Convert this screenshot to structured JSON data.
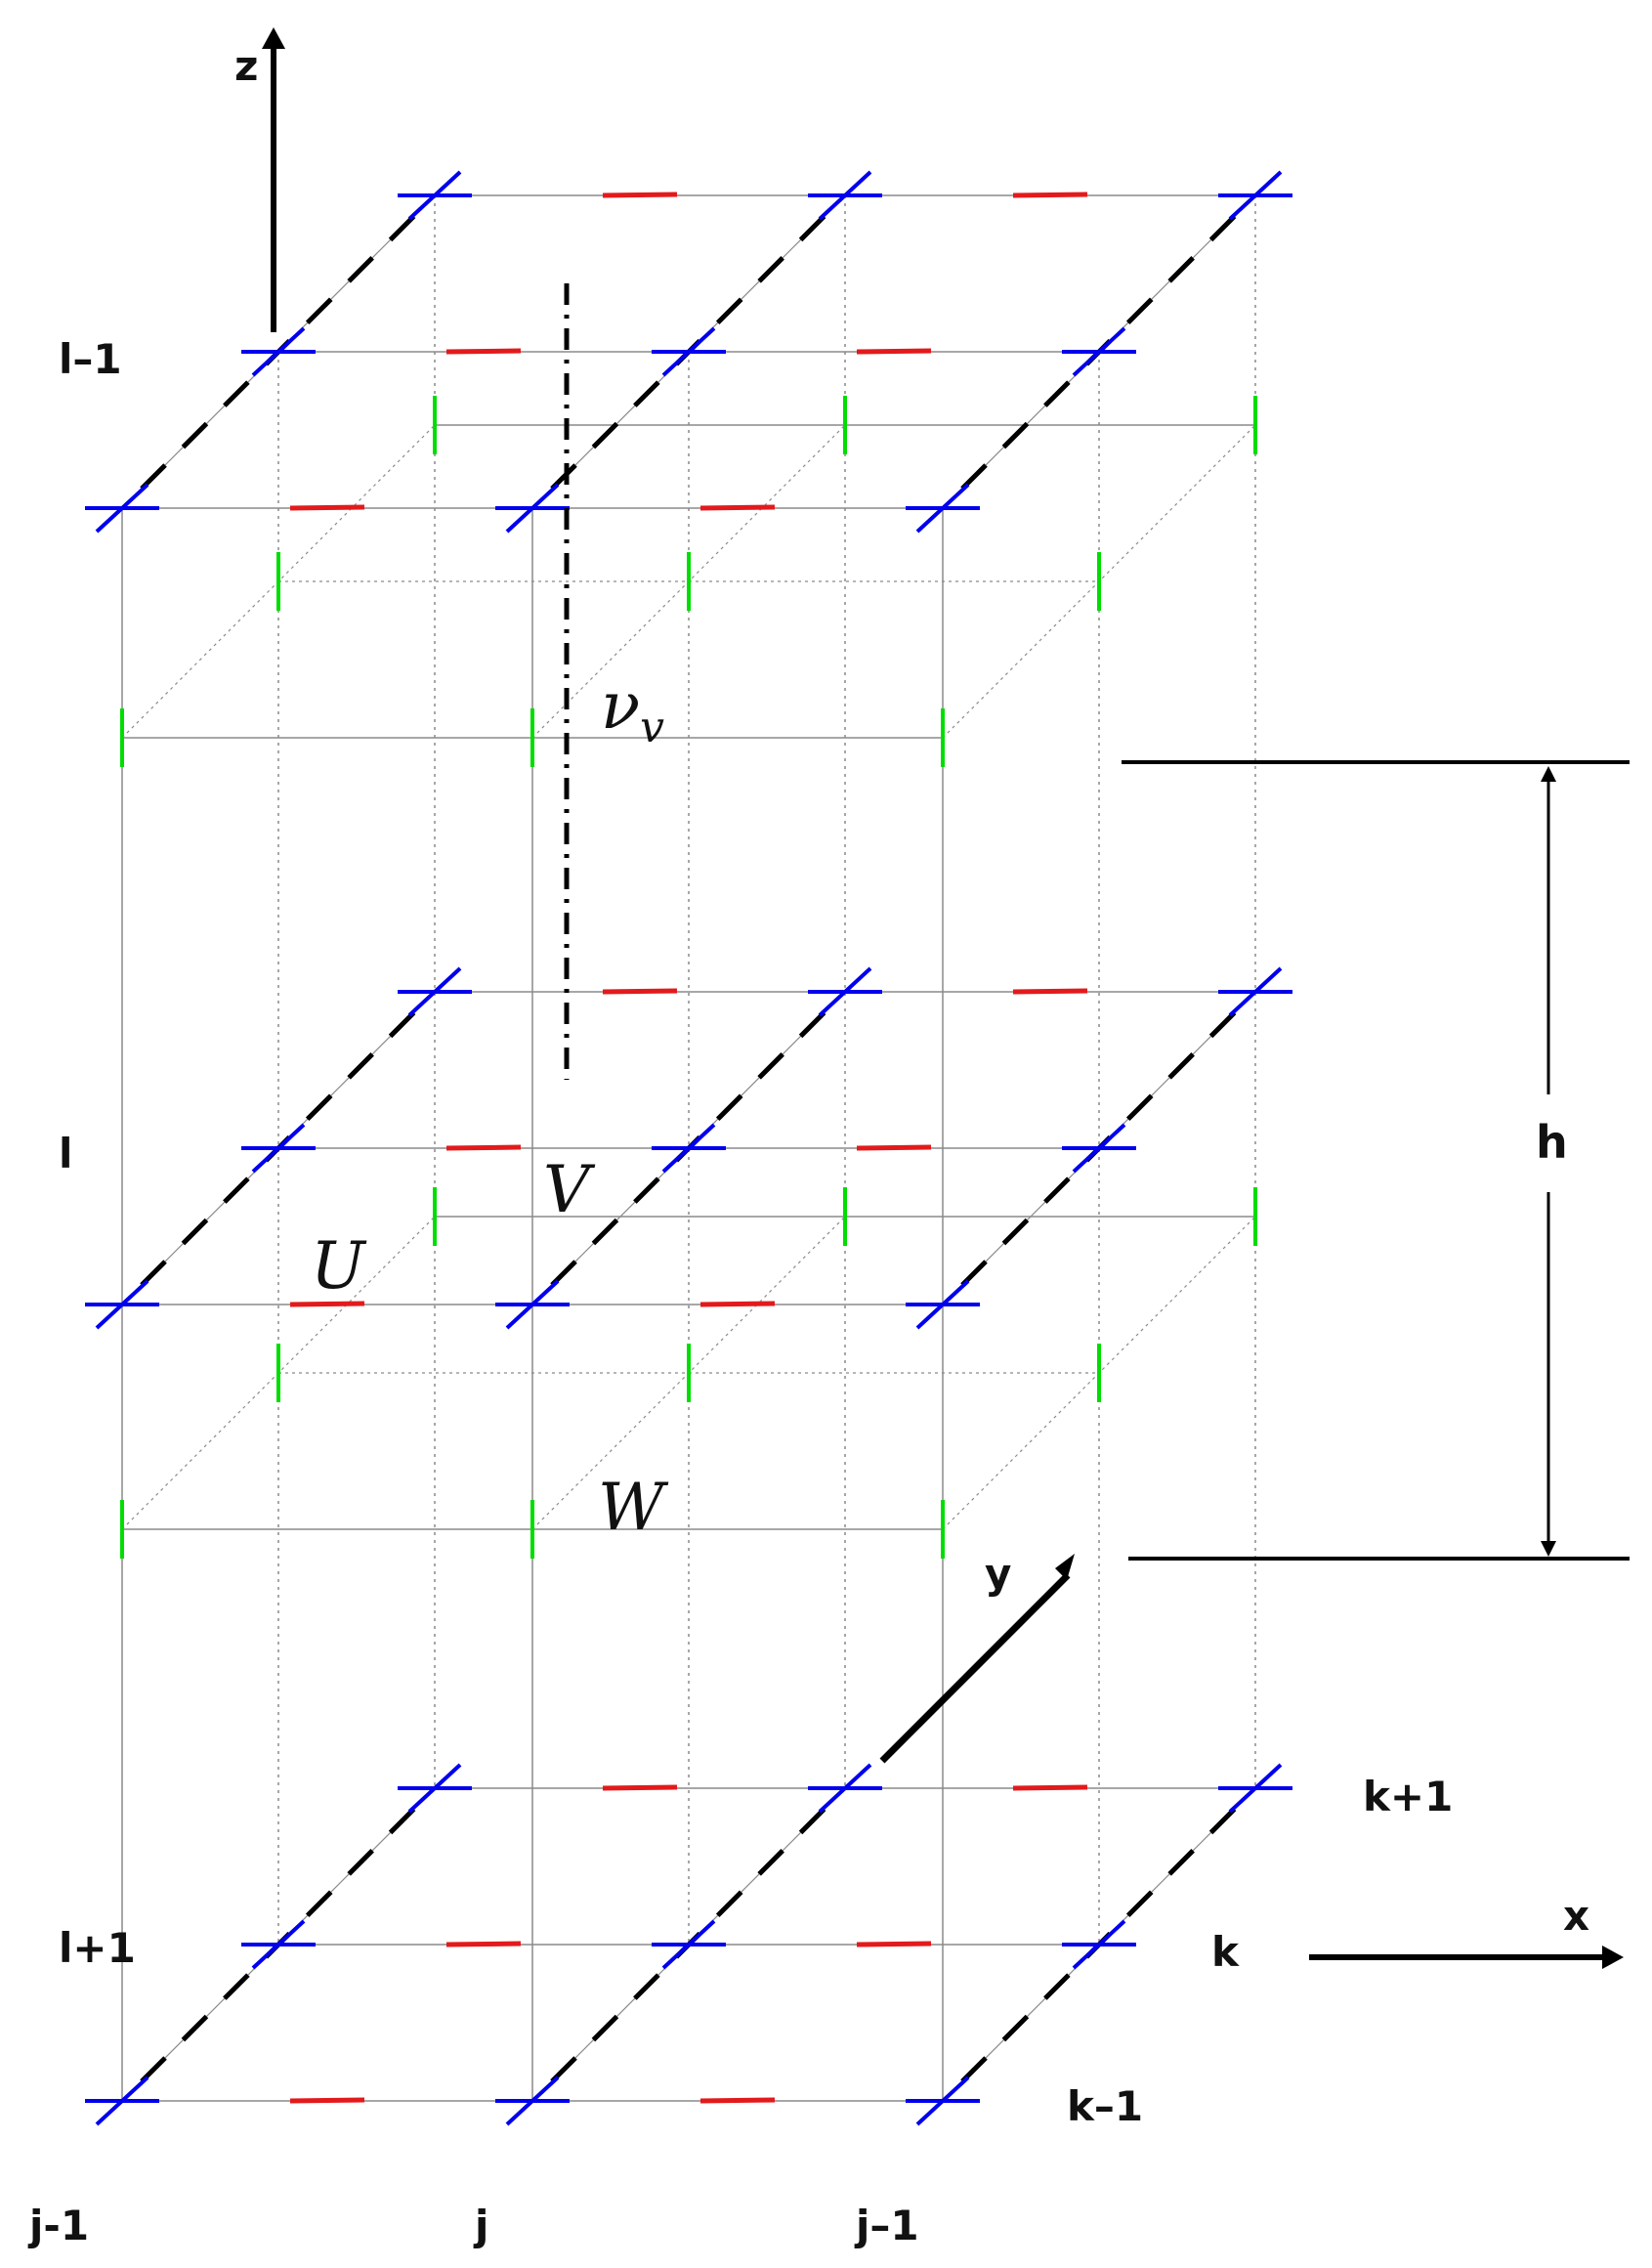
{
  "diagram": {
    "axis_labels": {
      "z": "z",
      "y": "y",
      "x": "x"
    },
    "level_labels": {
      "top": "l–1",
      "middle": "l",
      "bottom": "l+1"
    },
    "row_labels": {
      "back": "k+1",
      "middle": "k",
      "front": "k–1"
    },
    "column_labels": {
      "left": "j-1",
      "middle": "j",
      "right": "j–1"
    },
    "variable_labels": {
      "U": "U",
      "V": "V",
      "W": "W",
      "nu_base": "ν",
      "nu_sub": "v"
    },
    "dimension_label": "h",
    "colors": {
      "grid": "#8a8a8a",
      "u_marker": "#e31a1c",
      "v_marker": "#0000ee",
      "w_marker": "#00dd00",
      "axis": "#000000",
      "dashed": "#000000"
    }
  }
}
